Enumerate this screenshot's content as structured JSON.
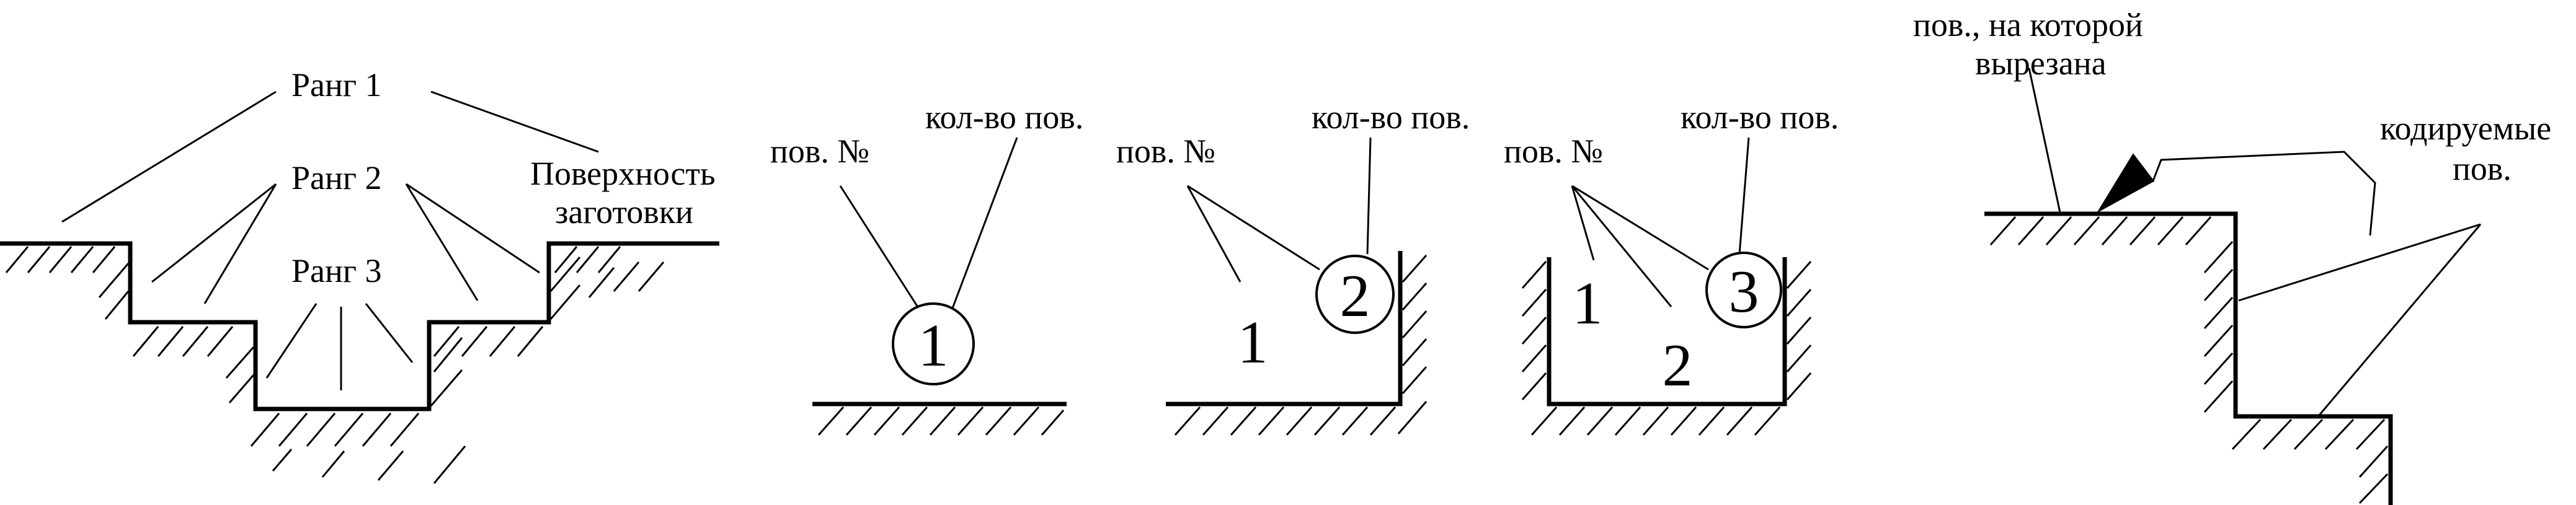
{
  "fig1": {
    "rank1": "Ранг 1",
    "rank2": "Ранг 2",
    "rank3": "Ранг 3",
    "blank_surface": [
      "Поверхность",
      "заготовки"
    ]
  },
  "fig2": {
    "surf_no": "пов. №",
    "count": "кол-во пов.",
    "circle": "1"
  },
  "fig3": {
    "surf_no": "пов. №",
    "count": "кол-во пов.",
    "plain": "1",
    "circle": "2"
  },
  "fig4": {
    "surf_no": "пов. №",
    "count": "кол-во пов.",
    "plain1": "1",
    "plain2": "2",
    "circle": "3"
  },
  "fig5": {
    "cut_surface": [
      "пов., на которой",
      "вырезана"
    ],
    "coded": [
      "кодируемые",
      "пов."
    ]
  }
}
